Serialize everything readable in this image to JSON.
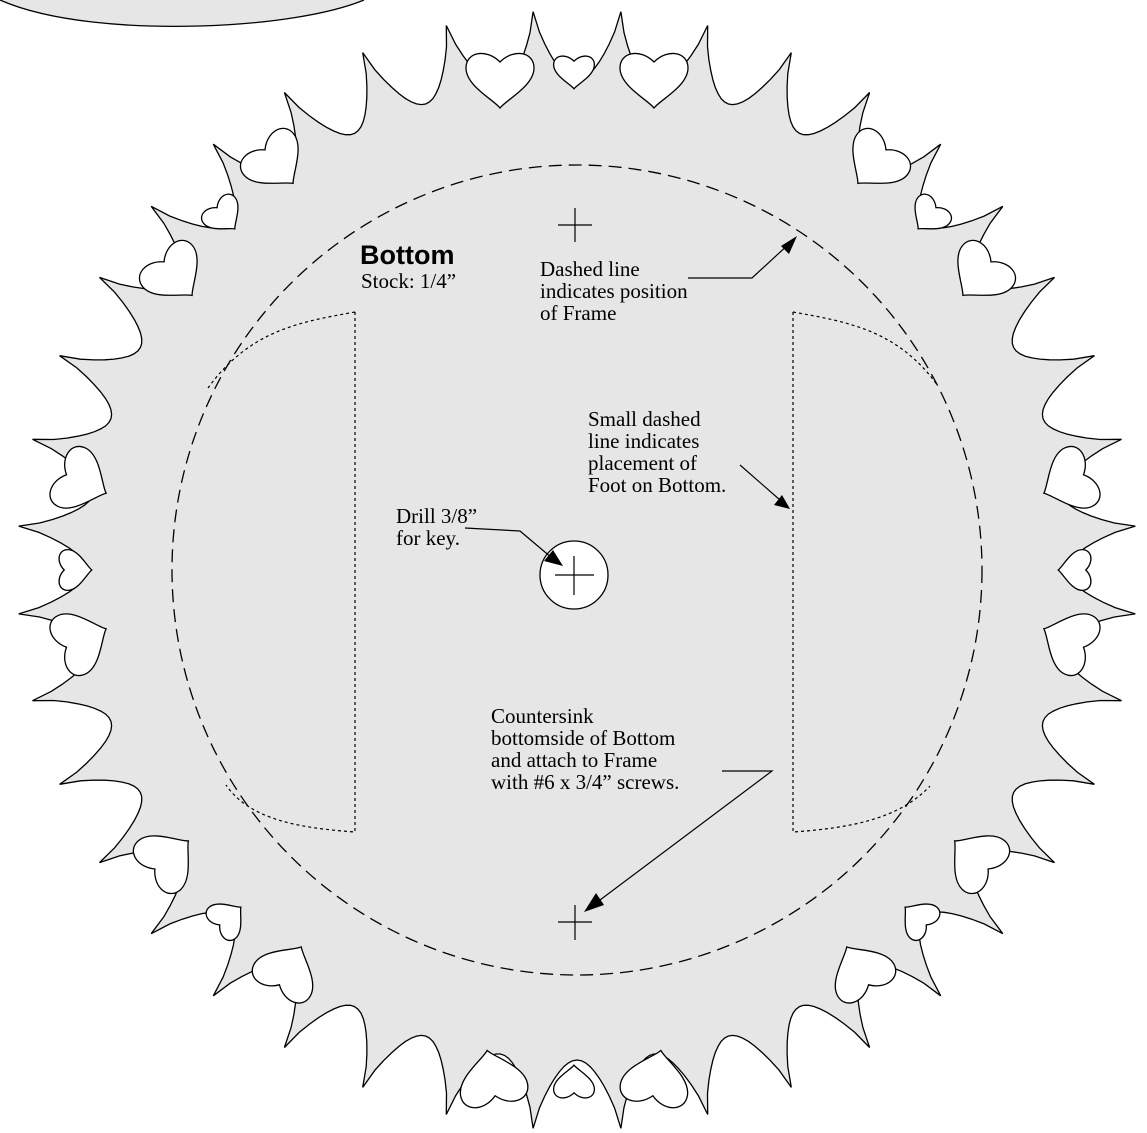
{
  "part": {
    "title": "Bottom",
    "stock": "Stock: 1/4”"
  },
  "notes": {
    "frame": [
      "Dashed line",
      "indicates position",
      "of Frame"
    ],
    "foot": [
      "Small dashed",
      "line indicates",
      "placement of",
      "Foot on Bottom."
    ],
    "drill": [
      "Drill 3/8”",
      "for key."
    ],
    "screws": [
      "Countersink",
      "bottomside of Bottom",
      "and attach to Frame",
      "with #6 x 3/4” screws."
    ]
  },
  "colors": {
    "stock_fill": "#e6e6e6",
    "line": "#000000",
    "background": "#ffffff"
  }
}
